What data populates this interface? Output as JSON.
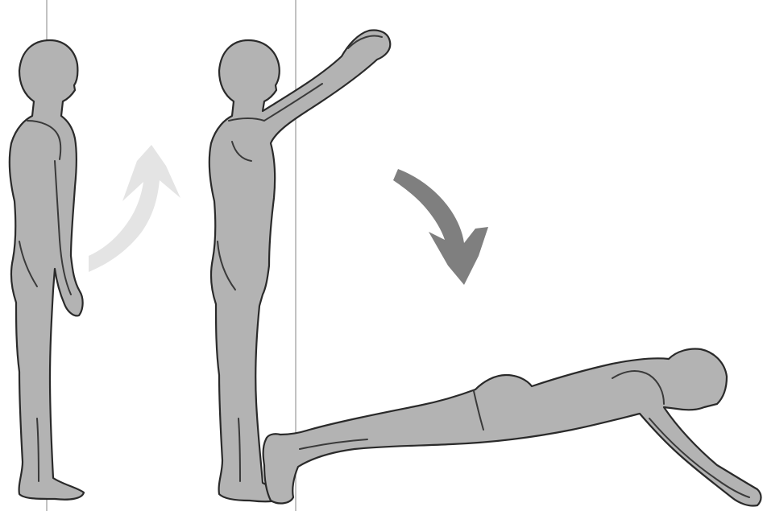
{
  "colors": {
    "background": "#ffffff",
    "figure_fill": "#b3b3b3",
    "figure_outline": "#2a2a2a",
    "guide_line": "#9a9a9a",
    "arrow_up": "#e4e4e4",
    "arrow_down": "#7f7f7f"
  },
  "steps": [
    {
      "pose": "standing-arms-down"
    },
    {
      "pose": "standing-arms-raised"
    },
    {
      "pose": "plank"
    }
  ],
  "arrows": [
    {
      "direction": "up",
      "icon": "curved-arrow-up-icon"
    },
    {
      "direction": "down",
      "icon": "curved-arrow-down-icon"
    }
  ]
}
